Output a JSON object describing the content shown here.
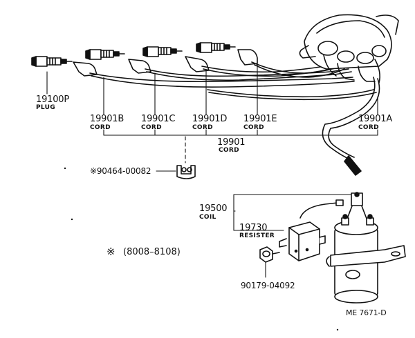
{
  "parts": {
    "plug": {
      "number": "19100P",
      "name": "PLUG"
    },
    "cord_b": {
      "number": "19901B",
      "name": "CORD"
    },
    "cord_c": {
      "number": "19901C",
      "name": "CORD"
    },
    "cord_d": {
      "number": "19901D",
      "name": "CORD"
    },
    "cord_e": {
      "number": "19901E",
      "name": "CORD"
    },
    "cord_a": {
      "number": "19901A",
      "name": "CORD"
    },
    "cord_set": {
      "number": "19901",
      "name": "CORD"
    },
    "clamp": {
      "number": "※90464-00082"
    },
    "coil": {
      "number": "19500",
      "name": "COIL"
    },
    "resister": {
      "number": "19730",
      "name": "RESISTER"
    },
    "nut": {
      "number": "90179-04092"
    }
  },
  "note": {
    "symbol": "※",
    "text": "(8008–8108)"
  },
  "figure_code": "ME 7671-D",
  "colors": {
    "ink": "#111111",
    "paper": "#ffffff"
  }
}
